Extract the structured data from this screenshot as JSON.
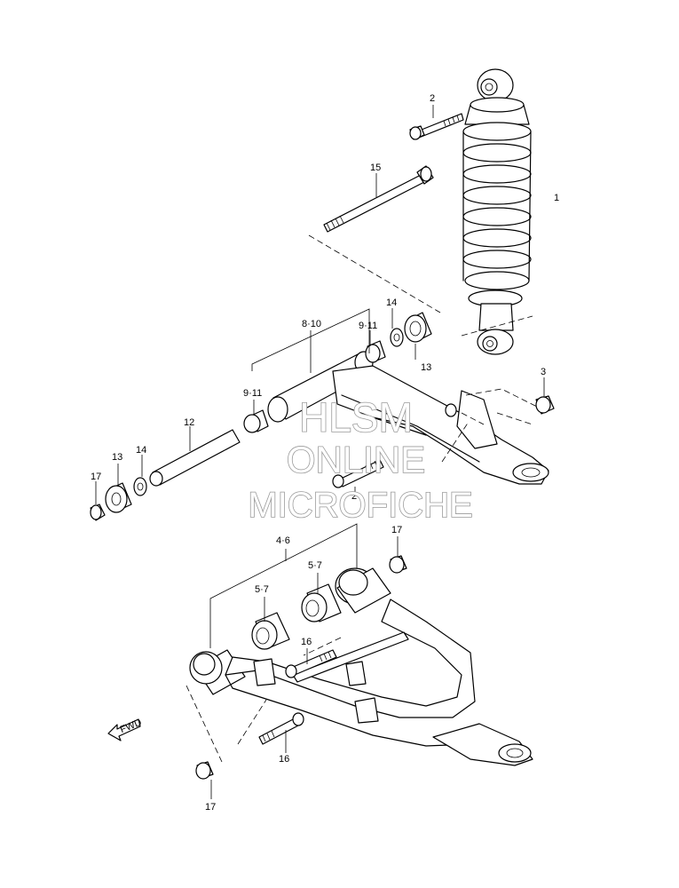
{
  "watermark": {
    "line1": "HLSM",
    "line2": "ONLINE",
    "line3": "MICROFICHE"
  },
  "fwd_label": "FWD",
  "callouts": [
    {
      "id": "c1",
      "text": "1"
    },
    {
      "id": "c2a",
      "text": "2"
    },
    {
      "id": "c2b",
      "text": "2"
    },
    {
      "id": "c3",
      "text": "3"
    },
    {
      "id": "c4_6",
      "text": "4·6"
    },
    {
      "id": "c5_7a",
      "text": "5·7"
    },
    {
      "id": "c5_7b",
      "text": "5·7"
    },
    {
      "id": "c8_10",
      "text": "8·10"
    },
    {
      "id": "c9_11a",
      "text": "9·11"
    },
    {
      "id": "c9_11b",
      "text": "9·11"
    },
    {
      "id": "c12",
      "text": "12"
    },
    {
      "id": "c13a",
      "text": "13"
    },
    {
      "id": "c13b",
      "text": "13"
    },
    {
      "id": "c14a",
      "text": "14"
    },
    {
      "id": "c14b",
      "text": "14"
    },
    {
      "id": "c15",
      "text": "15"
    },
    {
      "id": "c16a",
      "text": "16"
    },
    {
      "id": "c16b",
      "text": "16"
    },
    {
      "id": "c17a",
      "text": "17"
    },
    {
      "id": "c17b",
      "text": "17"
    },
    {
      "id": "c17c",
      "text": "17"
    }
  ]
}
